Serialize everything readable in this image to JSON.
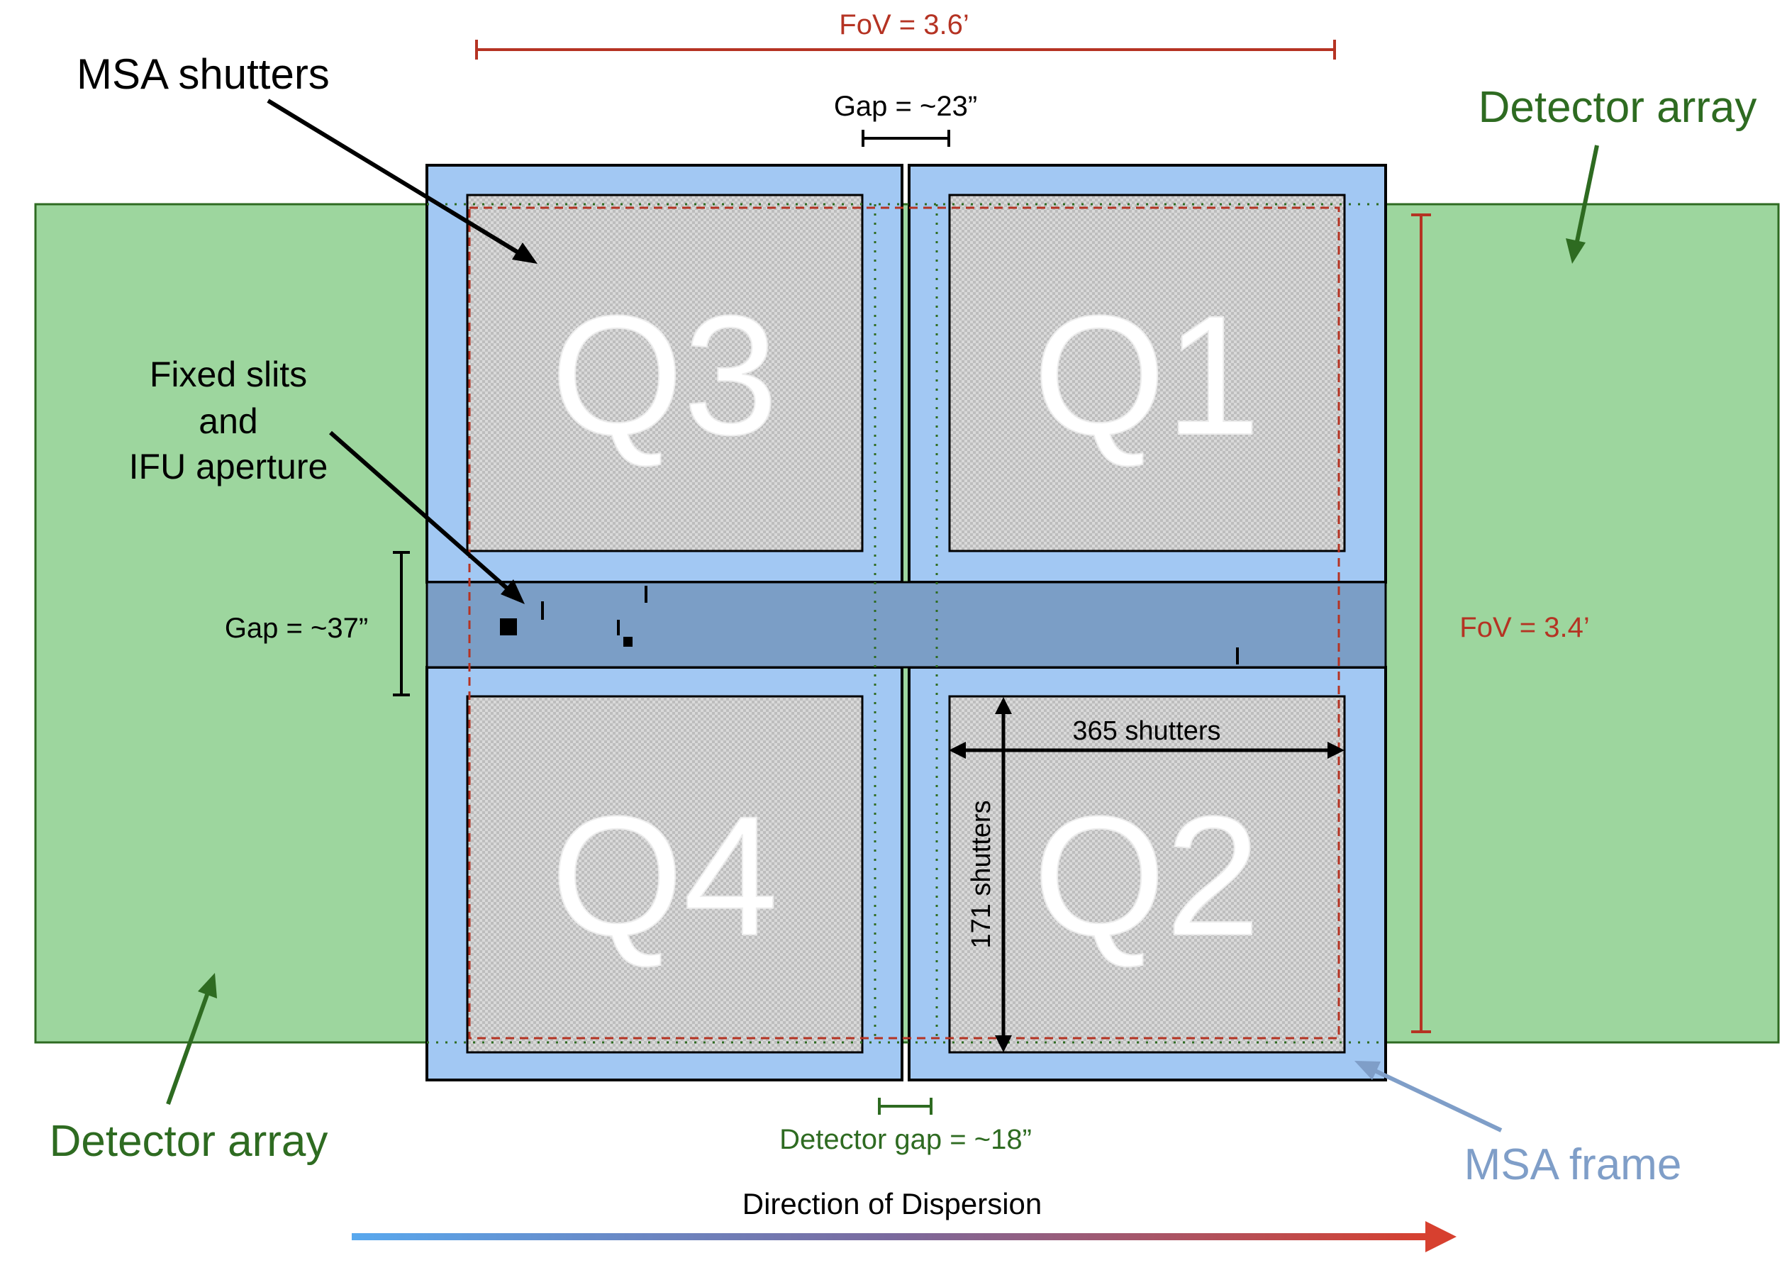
{
  "labels": {
    "msa_shutters": "MSA shutters",
    "detector_array_top": "Detector array",
    "detector_array_bottom": "Detector array",
    "fixed_slits_1": "Fixed slits",
    "fixed_slits_2": "and",
    "fixed_slits_3": "IFU aperture",
    "fov_horizontal": "FoV = 3.6’",
    "fov_vertical": "FoV = 3.4’",
    "gap_horizontal": "Gap = ~23”",
    "gap_vertical": "Gap = ~37”",
    "detector_gap": "Detector gap = ~18”",
    "msa_frame": "MSA frame",
    "direction": "Direction of Dispersion",
    "shutters_horizontal": "365 shutters",
    "shutters_vertical": "171 shutters",
    "q1": "Q1",
    "q2": "Q2",
    "q3": "Q3",
    "q4": "Q4"
  },
  "colors": {
    "detector_fill": "#9dd69e",
    "detector_text": "#2e6b21",
    "frame_fill": "#a2c8f3",
    "frame_text": "#7f9ec8",
    "fixed_slit_band": "#7b9ec6",
    "fov_red": "#b53323",
    "arrow_blue_start": "#58a8ee",
    "arrow_red_end": "#d7402f"
  }
}
